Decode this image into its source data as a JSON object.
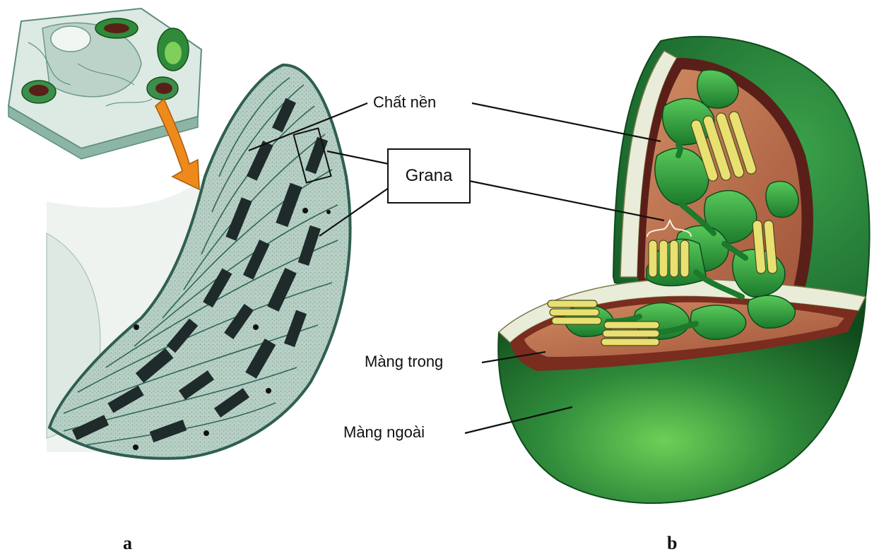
{
  "labels": {
    "stroma": "Chất nền",
    "grana": "Grana",
    "inner_membrane": "Màng trong",
    "outer_membrane": "Màng ngoài"
  },
  "panels": {
    "a": "a",
    "b": "b"
  },
  "colors": {
    "micrograph_green": "#3f7a6c",
    "thylakoid_dark": "#1e2b2a",
    "outer_membrane_green": "#2f8a3a",
    "stroma_brown": "#b86a46",
    "grana_yellow": "#e8e070",
    "arrow_orange": "#ee8a1c"
  }
}
